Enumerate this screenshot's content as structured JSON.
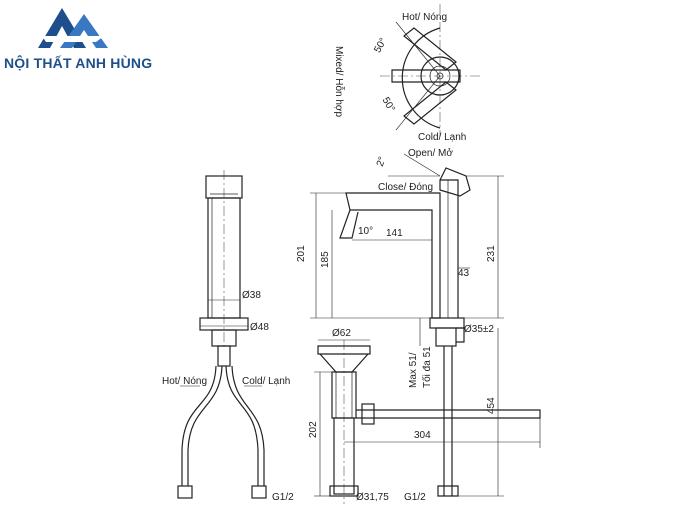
{
  "brand": {
    "name": "NỘI THẤT ANH HÙNG",
    "color": "#1e4f8c"
  },
  "top_view": {
    "hot": "Hot/ Nóng",
    "cold": "Cold/ Lạnh",
    "mixed": "Mixed/ Hỗn hợp",
    "angle_top": "50°",
    "angle_bottom": "50°"
  },
  "side_view": {
    "open": "Open/ Mở",
    "close": "Close/ Đóng",
    "lever_angle": "2°",
    "spout_angle": "10°",
    "dim_201": "201",
    "dim_185": "185",
    "dim_141": "141",
    "dim_43": "43",
    "dim_231": "231",
    "dim_35": "Ø35±2",
    "dim_454": "454",
    "dim_max": "Max 51/",
    "dim_max2": "Tối đa 51"
  },
  "front_view": {
    "d38": "Ø38",
    "d48": "Ø48",
    "hot": "Hot/ Nóng",
    "cold": "Cold/ Lạnh",
    "g12": "G1/2"
  },
  "drain": {
    "d62": "Ø62",
    "d202": "202",
    "d304": "304",
    "d3175": "Ø31,75",
    "g12": "G1/2"
  }
}
